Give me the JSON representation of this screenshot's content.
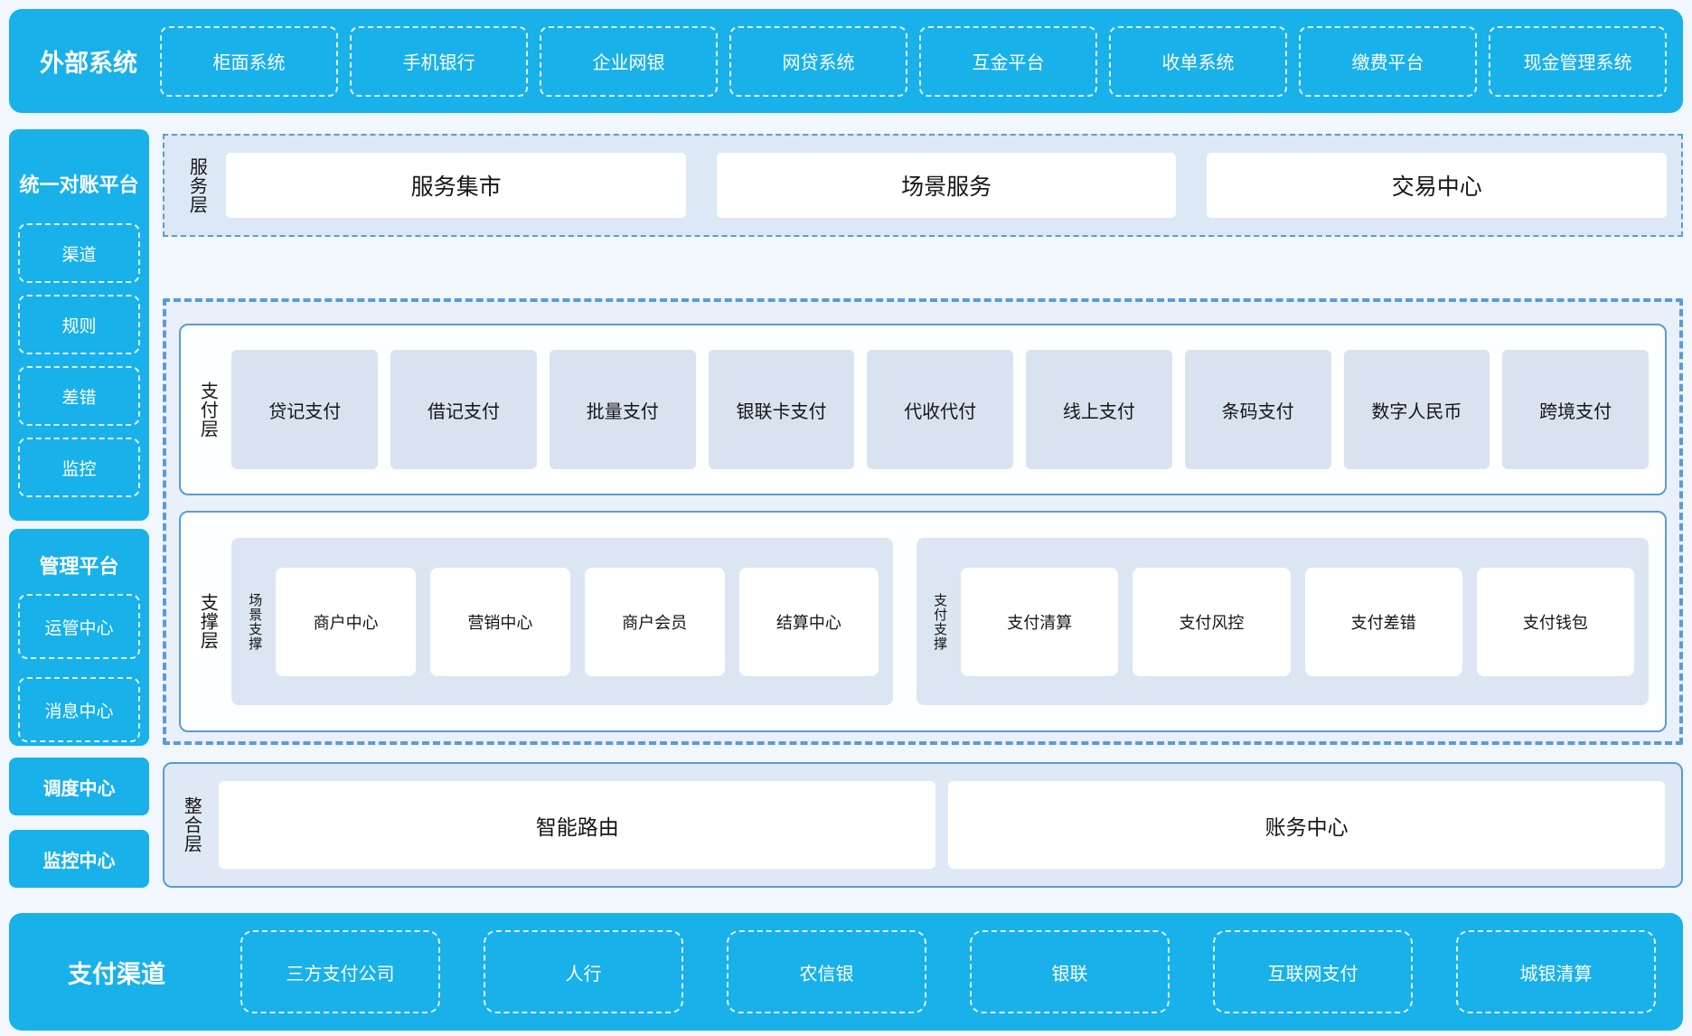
{
  "top_bar": {
    "title": "外部系统",
    "items": [
      "柜面系统",
      "手机银行",
      "企业网银",
      "网贷系统",
      "互金平台",
      "收单系统",
      "缴费平台",
      "现金管理系统"
    ]
  },
  "left_column": {
    "recon_platform": {
      "title": "统一对账平台",
      "items": [
        "渠道",
        "规则",
        "差错",
        "监控"
      ]
    },
    "management_platform": {
      "title": "管理平台",
      "items": [
        "运管中心",
        "消息中心"
      ]
    },
    "dispatch_center": "调度中心",
    "monitor_center": "监控中心"
  },
  "layers": {
    "service": {
      "label": "服务层",
      "items": [
        "服务集市",
        "场景服务",
        "交易中心"
      ]
    },
    "payment": {
      "label": "支付层",
      "items": [
        "贷记支付",
        "借记支付",
        "批量支付",
        "银联卡支付",
        "代收代付",
        "线上支付",
        "条码支付",
        "数字人民币",
        "跨境支付"
      ]
    },
    "support": {
      "label": "支撑层",
      "groups": [
        {
          "label": "场景支撑",
          "items": [
            "商户中心",
            "营销中心",
            "商户会员",
            "结算中心"
          ]
        },
        {
          "label": "支付支撑",
          "items": [
            "支付清算",
            "支付风控",
            "支付差错",
            "支付钱包"
          ]
        }
      ]
    },
    "integration": {
      "label": "整合层",
      "items": [
        "智能路由",
        "账务中心"
      ]
    }
  },
  "bottom_bar": {
    "title": "支付渠道",
    "items": [
      "三方支付公司",
      "人行",
      "农信银",
      "银联",
      "互联网支付",
      "城银清算"
    ]
  },
  "colors": {
    "primary_blue": "#18b1ea",
    "border_blue": "#5b9bd5",
    "panel_light_blue": "#dce8f5",
    "inner_box_blue": "#d9e3f0",
    "page_background": "#f1f7fc"
  }
}
